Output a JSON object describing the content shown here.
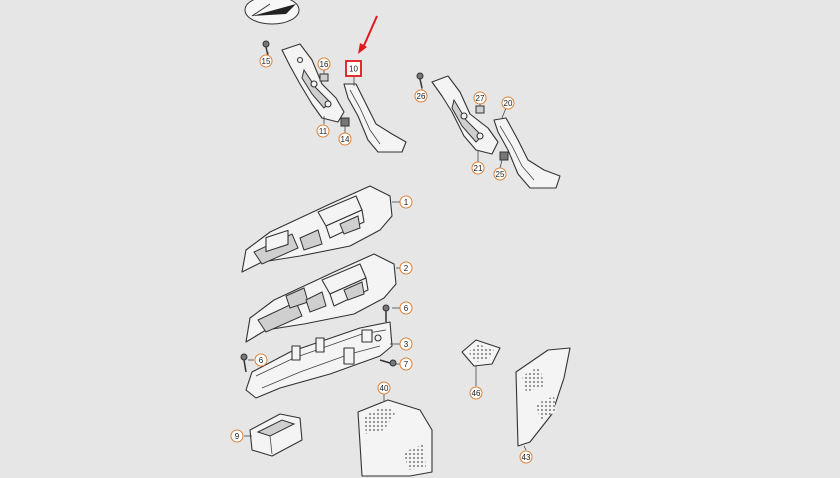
{
  "callouts": [
    {
      "id": "15",
      "label": "15"
    },
    {
      "id": "16",
      "label": "16"
    },
    {
      "id": "10",
      "label": "10",
      "highlight": true
    },
    {
      "id": "11",
      "label": "11"
    },
    {
      "id": "14",
      "label": "14"
    },
    {
      "id": "26",
      "label": "26"
    },
    {
      "id": "27",
      "label": "27"
    },
    {
      "id": "20",
      "label": "20"
    },
    {
      "id": "21",
      "label": "21"
    },
    {
      "id": "25",
      "label": "25"
    },
    {
      "id": "1",
      "label": "1"
    },
    {
      "id": "2",
      "label": "2"
    },
    {
      "id": "6a",
      "label": "6"
    },
    {
      "id": "3",
      "label": "3"
    },
    {
      "id": "6b",
      "label": "6"
    },
    {
      "id": "7",
      "label": "7"
    },
    {
      "id": "40",
      "label": "40"
    },
    {
      "id": "46",
      "label": "46"
    },
    {
      "id": "9",
      "label": "9"
    },
    {
      "id": "43",
      "label": "43"
    }
  ],
  "colors": {
    "background": "#e6e6e6",
    "callout_ring": "#d9823b",
    "highlight": "#e0181e",
    "line": "#333333"
  },
  "icons": {
    "corner_badge": "view-angle-icon",
    "arrow": "red-arrow-icon"
  }
}
